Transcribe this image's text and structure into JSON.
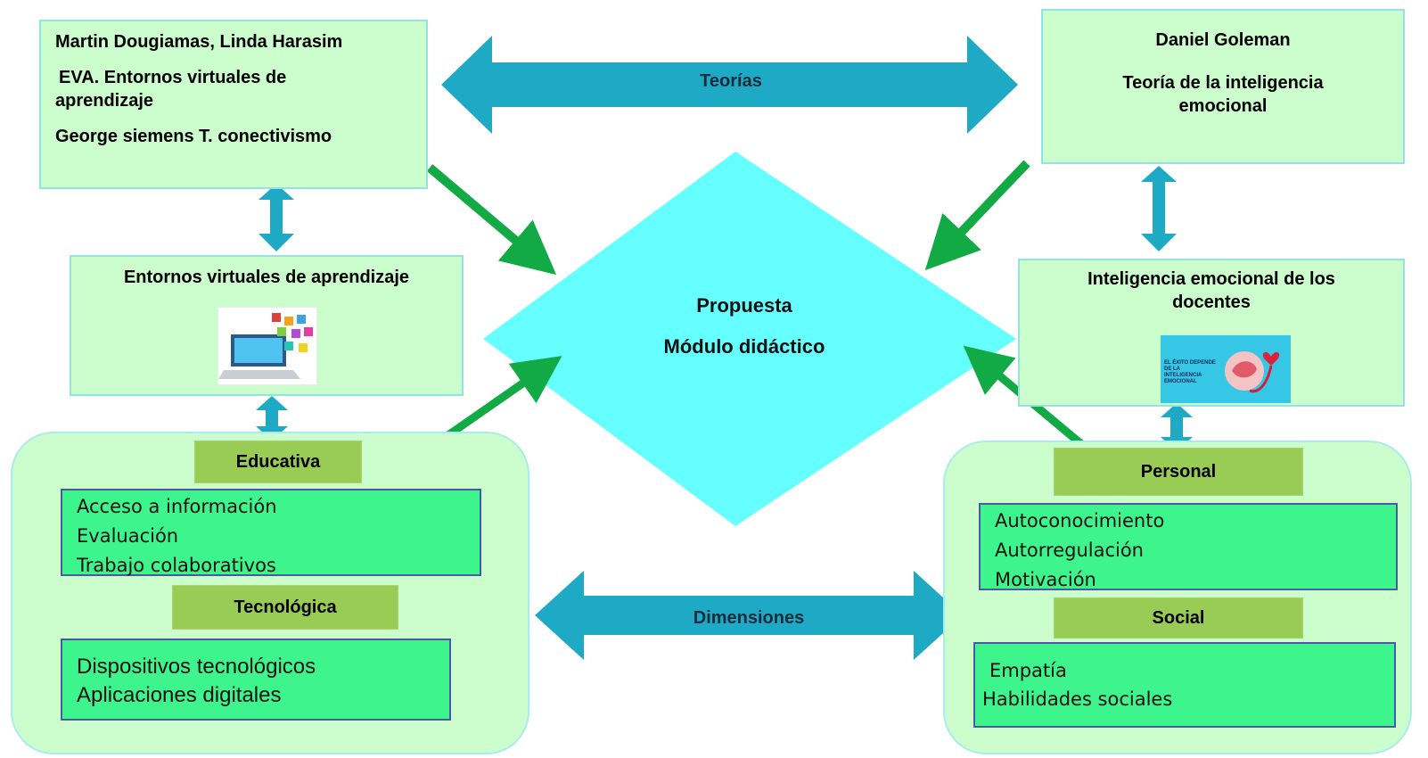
{
  "left_theory": {
    "line1": "Martin Dougiamas, Linda Harasim",
    "line2": "EVA. Entornos virtuales de",
    "line3": "aprendizaje",
    "line4": "George siemens T. conectivismo"
  },
  "right_theory": {
    "title": "Daniel Goleman",
    "line1": "Teoría de la inteligencia",
    "line2": "emocional"
  },
  "left_middle": {
    "title": "Entornos virtuales de aprendizaje"
  },
  "right_middle": {
    "title_line1": "Inteligencia emocional de los",
    "title_line2": "docentes",
    "image_text": "EL ÉXITO DEPENDE DE LA INTELIGENCIA EMOCIONAL"
  },
  "center": {
    "line1": "Propuesta",
    "line2": "Módulo didáctico"
  },
  "arrows": {
    "top_label": "Teorías",
    "bottom_label": "Dimensiones"
  },
  "left_panel": {
    "header1": "Educativa",
    "list1": [
      "Acceso a información",
      "Evaluación",
      "Trabajo colaborativos"
    ],
    "header2": "Tecnológica",
    "list2": [
      "Dispositivos tecnológicos",
      "Aplicaciones digitales"
    ]
  },
  "right_panel": {
    "header1": "Personal",
    "list1": [
      "Autoconocimiento",
      "Autorregulación",
      "Motivación"
    ],
    "header2": "Social",
    "list2": [
      "Empatía",
      "Habilidades sociales"
    ]
  },
  "colors": {
    "theory_box": "#ccfdcc",
    "diamond": "#66ffff",
    "double_arrow": "#1ea9c4",
    "green_arrow": "#11aa44",
    "header": "#99cc55",
    "list_box": "#3df58c"
  }
}
